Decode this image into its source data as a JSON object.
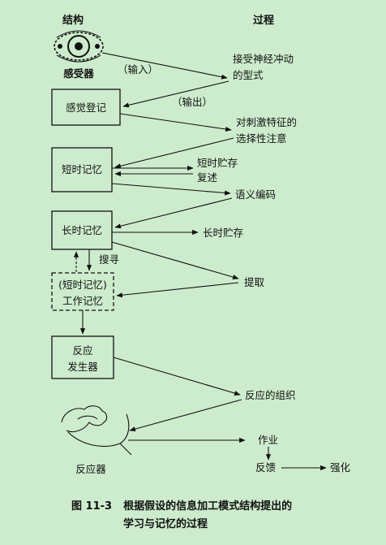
{
  "headers": {
    "structure": "结构",
    "process": "过程"
  },
  "nodes": {
    "receptor": "感受器",
    "sensory_register": "感觉登记",
    "short_term_memory": "短时记忆",
    "long_term_memory": "长时记忆",
    "working_memory_line1": "(短时记忆)",
    "working_memory_line2": "工作记忆",
    "response_generator_line1": "反应",
    "response_generator_line2": "发生器",
    "effector": "反应器"
  },
  "processes": {
    "input": "（输入）",
    "output": "（输出）",
    "nerve_impulse_line1": "接受神经冲动",
    "nerve_impulse_line2": "的型式",
    "selective_attention_line1": "对刺激特征的",
    "selective_attention_line2": "选择性注意",
    "short_term_storage": "短时贮存",
    "rehearsal": "复述",
    "semantic_encoding": "语义编码",
    "long_term_storage": "长时贮存",
    "search": "搜寻",
    "retrieval": "提取",
    "response_organization": "反应的组织",
    "performance": "作业",
    "feedback": "反馈",
    "reinforcement": "强化"
  },
  "caption": {
    "figure_number": "图 11-3",
    "line1": "根据假设的信息加工模式结构提出的",
    "line2": "学习与记忆的过程"
  },
  "colors": {
    "background": "#cdeccd",
    "ink": "#111111"
  }
}
